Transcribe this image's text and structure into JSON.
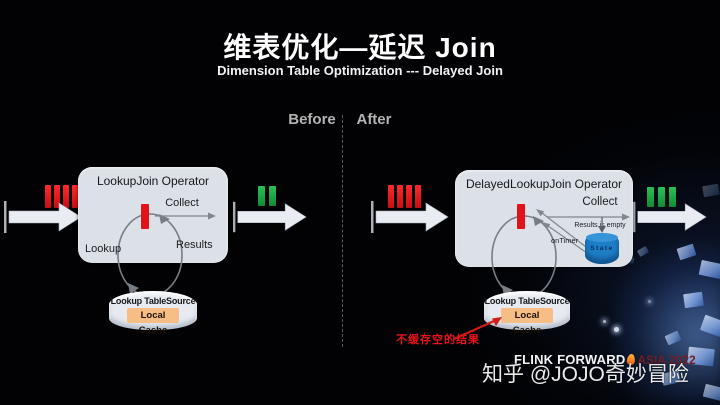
{
  "title": "维表优化—延迟 Join",
  "subtitle": "Dimension Table Optimization --- Delayed Join",
  "comparison": {
    "before_label": "Before",
    "after_label": "After"
  },
  "before": {
    "operator_title": "LookupJoin Operator",
    "collect_label": "Collect",
    "lookup_label": "Lookup",
    "results_label": "Results",
    "source_title": "Lookup TableSource",
    "cache_label": "Local Cache"
  },
  "after": {
    "operator_title": "DelayedLookupJoin Operator",
    "collect_label": "Collect",
    "results_empty_label": "Results is empty",
    "on_timer_label": "onTimer",
    "state_label": "State",
    "source_title": "Lookup TableSource",
    "cache_label": "Local Cache",
    "annotation": "不缓存空的结果"
  },
  "footer": {
    "brand": "FLINK FORWARD",
    "brand_suffix": "ASIA 2022",
    "watermark": "知乎 @JOJO奇妙冒险"
  },
  "colors": {
    "background": "#000000",
    "operator_box": "#dce1e8",
    "record_red": "#e31219",
    "record_green": "#1ca244",
    "state_blue": "#1d7ec6",
    "cache_orange": "#f6bd84",
    "annotation_red": "#e8131c",
    "brand_red": "#6f1e24"
  }
}
